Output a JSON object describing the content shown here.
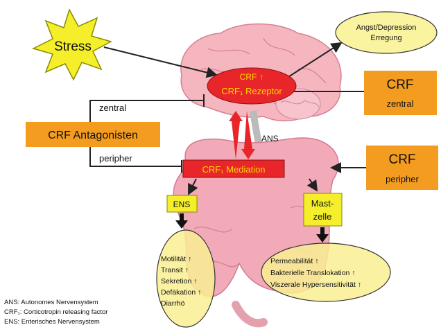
{
  "stress": "Stress",
  "angst": {
    "line1": "Angst/Depression",
    "line2": "Erregung"
  },
  "brain_box": {
    "crf": "CRF",
    "receptor": "CRF₁ Rezeptor"
  },
  "crf_central": {
    "title": "CRF",
    "sub": "zentral"
  },
  "crf_antagonists": "CRF Antagonisten",
  "zentral_label": "zentral",
  "peripher_label": "peripher",
  "ans_label": "ANS",
  "mediation": "CRF₁ Mediation",
  "crf_peripheral": {
    "title": "CRF",
    "sub": "peripher"
  },
  "ens_box": "ENS",
  "mast": {
    "line1": "Mast-",
    "line2": "zelle"
  },
  "ens_effects": [
    "Motilität ↑",
    "Transit ↑",
    "Sekretion ↑",
    "Defäkation ↑",
    "Diarrhö"
  ],
  "mast_effects": [
    "Permeabilität ↑",
    "Bakterielle Translokation ↑",
    "Viszerale Hypersensitivität ↑"
  ],
  "legend": [
    "ANS: Autonomes Nervensystem",
    "CRF₁: Corticotropin releasing factor",
    "ENS: Enterisches Nervensystem"
  ],
  "colors": {
    "orange": "#f39c1f",
    "red": "#e8262a",
    "yellow": "#f4ef2a",
    "pale_yellow": "#faf3a0",
    "brain_pink": "#f5b6c0",
    "gut_pink": "#f2a9b8"
  }
}
